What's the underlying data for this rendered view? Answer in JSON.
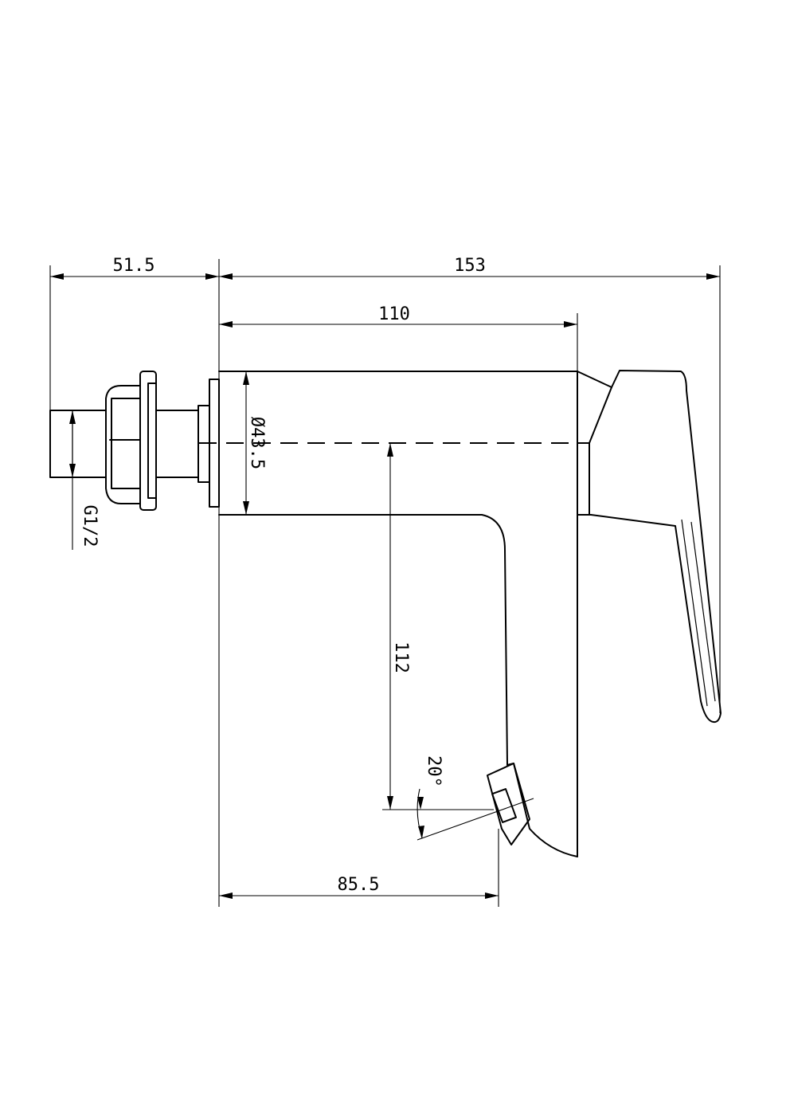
{
  "drawing": {
    "line_color": "#000000",
    "background": "#ffffff",
    "dimensions": {
      "inlet_length": "51.5",
      "overall_length": "153",
      "body_length": "110",
      "body_diameter": "Ø43.5",
      "spout_height": "112",
      "spout_reach": "85.5",
      "spout_angle": "20°",
      "thread_size": "G1/2"
    }
  }
}
